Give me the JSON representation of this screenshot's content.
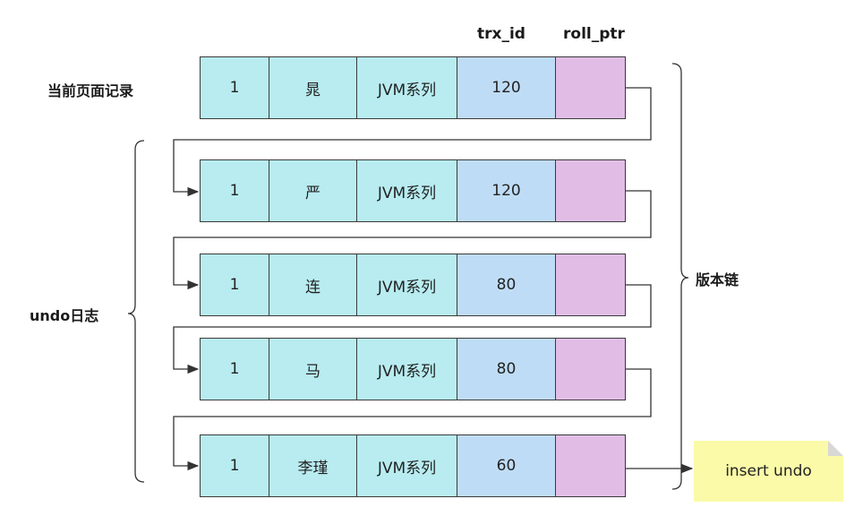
{
  "headers": {
    "trx_id": "trx_id",
    "roll_ptr": "roll_ptr"
  },
  "labels": {
    "current_record": "当前页面记录",
    "undo_log": "undo日志",
    "version_chain": "版本链"
  },
  "rows": [
    {
      "id": "1",
      "name": "晁",
      "cls": "JVM系列",
      "trx_id": "120"
    },
    {
      "id": "1",
      "name": "严",
      "cls": "JVM系列",
      "trx_id": "120"
    },
    {
      "id": "1",
      "name": "连",
      "cls": "JVM系列",
      "trx_id": "80"
    },
    {
      "id": "1",
      "name": "马",
      "cls": "JVM系列",
      "trx_id": "80"
    },
    {
      "id": "1",
      "name": "李瑾",
      "cls": "JVM系列",
      "trx_id": "60"
    }
  ],
  "note": {
    "text": "insert undo"
  },
  "colors": {
    "teal_cell": "#b8ecf0",
    "blue_cell": "#bfdcf6",
    "pink_cell": "#e1bde6",
    "note_bg": "#fafaa8",
    "line": "#333333"
  }
}
